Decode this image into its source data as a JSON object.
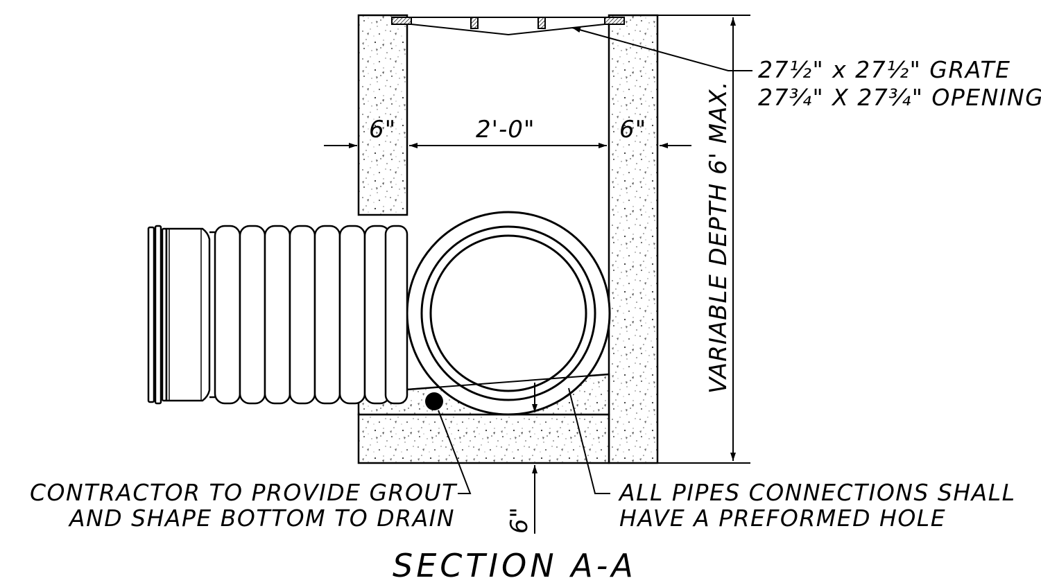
{
  "dimensions": {
    "left_wall": "6\"",
    "inner_width": "2'-0\"",
    "right_wall": "6\"",
    "bottom_slab": "6\"",
    "depth": "VARIABLE DEPTH 6' MAX."
  },
  "notes": {
    "grate_line1": "27½\" x 27½\" GRATE",
    "grate_line2": "27¾\" X 27¾\" OPENING",
    "grout_line1": "CONTRACTOR TO PROVIDE GROUT",
    "grout_line2": "AND SHAPE BOTTOM TO DRAIN",
    "pipes_line1": "ALL PIPES CONNECTIONS SHALL",
    "pipes_line2": "HAVE A PREFORMED HOLE"
  },
  "title": "SECTION A-A"
}
